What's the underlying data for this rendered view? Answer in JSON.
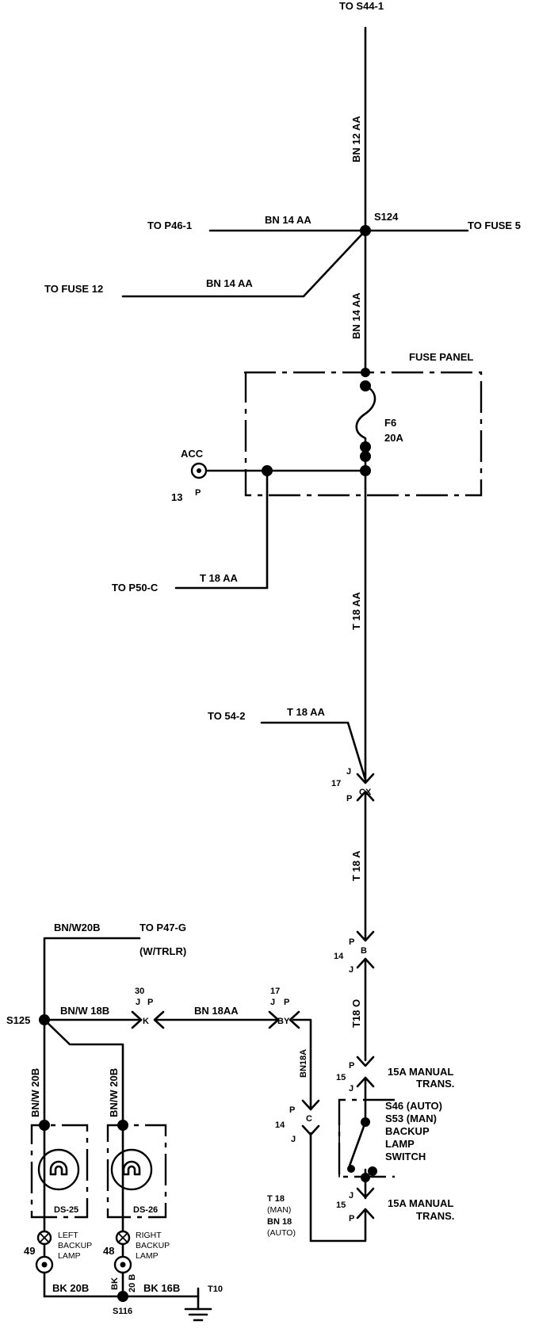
{
  "labels": {
    "to_s44": "TO S44-1",
    "wire_bn12aa": "BN 12 AA",
    "to_p46": "TO P46-1",
    "wire_bn14aa_left": "BN 14 AA",
    "splice_s124": "S124",
    "to_fuse5": "TO FUSE 5",
    "to_fuse12": "TO FUSE 12",
    "wire_bn14aa_diag": "BN 14 AA",
    "wire_bn14aa_vert": "BN 14 AA",
    "fuse_panel": "FUSE PANEL",
    "fuse_id": "F6",
    "fuse_rating": "20A",
    "acc": "ACC",
    "acc_pin": "13",
    "acc_pin_p": "P",
    "to_p50c": "TO P50-C",
    "wire_t18aa_p50": "T 18 AA",
    "wire_t18aa_vert": "T 18 AA",
    "to_54_2": "TO 54-2",
    "wire_t18aa_54": "T 18 AA",
    "cx_j": "J",
    "cx_17": "17",
    "cx_p": "P",
    "cx_name": "CX",
    "wire_t18a": "T 18 A",
    "b_p": "P",
    "b_name": "B",
    "b_14": "14",
    "b_j": "J",
    "wire_t18o": "T18 O",
    "sw_p_top": "P",
    "sw_15_top": "15",
    "sw_j_top": "J",
    "manual_top": "15A MANUAL",
    "trans_top": "TRANS.",
    "sw_line1": "S46 (AUTO)",
    "sw_line2": "S53 (MAN)",
    "sw_line3": "BACKUP",
    "sw_line4": "LAMP",
    "sw_line5": "SWITCH",
    "sw_15_bot": "15",
    "sw_j_bot": "J",
    "sw_p_bot": "P",
    "manual_bot": "15A MANUAL",
    "trans_bot": "TRANS.",
    "wire_t18": "T 18",
    "wire_man": "(MAN)",
    "wire_bn18": "BN 18",
    "wire_auto": "(AUTO)",
    "c_p": "P",
    "c_name": "C",
    "c_14": "14",
    "c_j": "J",
    "wire_bn18a": "BN18A",
    "by_17": "17",
    "by_j": "J",
    "by_p": "P",
    "by_name": "BY",
    "wire_bn18aa": "BN 18AA",
    "k_30": "30",
    "k_j": "J",
    "k_p": "P",
    "k_name": "K",
    "wire_bnw18b": "BN/W 18B",
    "splice_s125": "S125",
    "wire_bnw20b_top": "BN/W20B",
    "to_p47g": "TO P47-G",
    "w_trlr": "(W/TRLR)",
    "wire_bnw20b_l": "BN/W 20B",
    "wire_bnw20b_r": "BN/W 20B",
    "ds25": "DS-25",
    "ds26": "DS-26",
    "left_1": "LEFT",
    "left_2": "BACKUP",
    "left_3": "LAMP",
    "right_1": "RIGHT",
    "right_2": "BACKUP",
    "right_3": "LAMP",
    "pin_49": "49",
    "pin_48": "48",
    "wire_bk20b": "BK 20B",
    "wire_bk": "BK",
    "wire_20b": "20 B",
    "wire_bk16b": "BK 16B",
    "splice_s116": "S116",
    "ground_t10": "T10"
  }
}
